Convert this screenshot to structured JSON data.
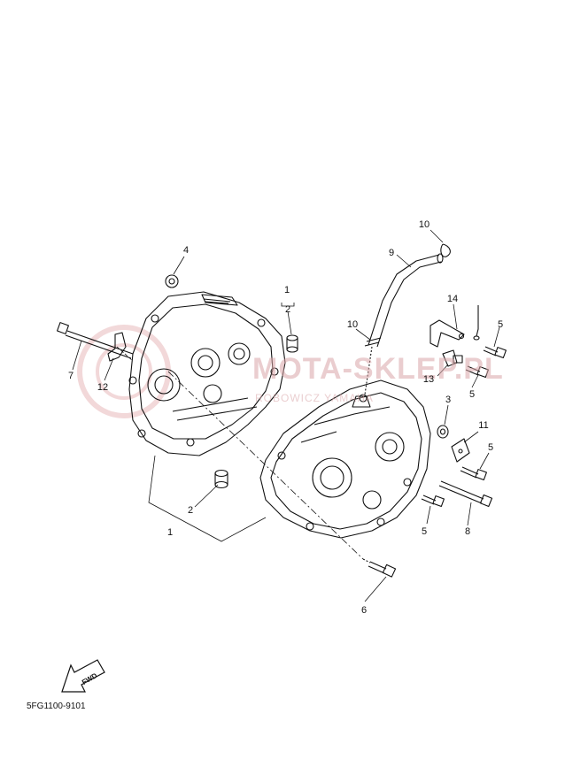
{
  "watermark": {
    "main": "MOTA-SKLEP.PL",
    "sub": "ROBOWICZ YAMAHA"
  },
  "callouts": {
    "c1a": "1",
    "c2a": "2",
    "c1b": "1",
    "c2b": "2",
    "c3": "3",
    "c4": "4",
    "c5a": "5",
    "c5b": "5",
    "c5c": "5",
    "c5d": "5",
    "c6": "6",
    "c7": "7",
    "c8": "8",
    "c9": "9",
    "c10a": "10",
    "c10b": "10",
    "c11": "11",
    "c12": "12",
    "c13": "13",
    "c14": "14"
  },
  "fwd_label": "FWD",
  "diagram_code": "5FG1100-9101",
  "colors": {
    "line": "#111111",
    "watermark": "#d9a6a8"
  }
}
